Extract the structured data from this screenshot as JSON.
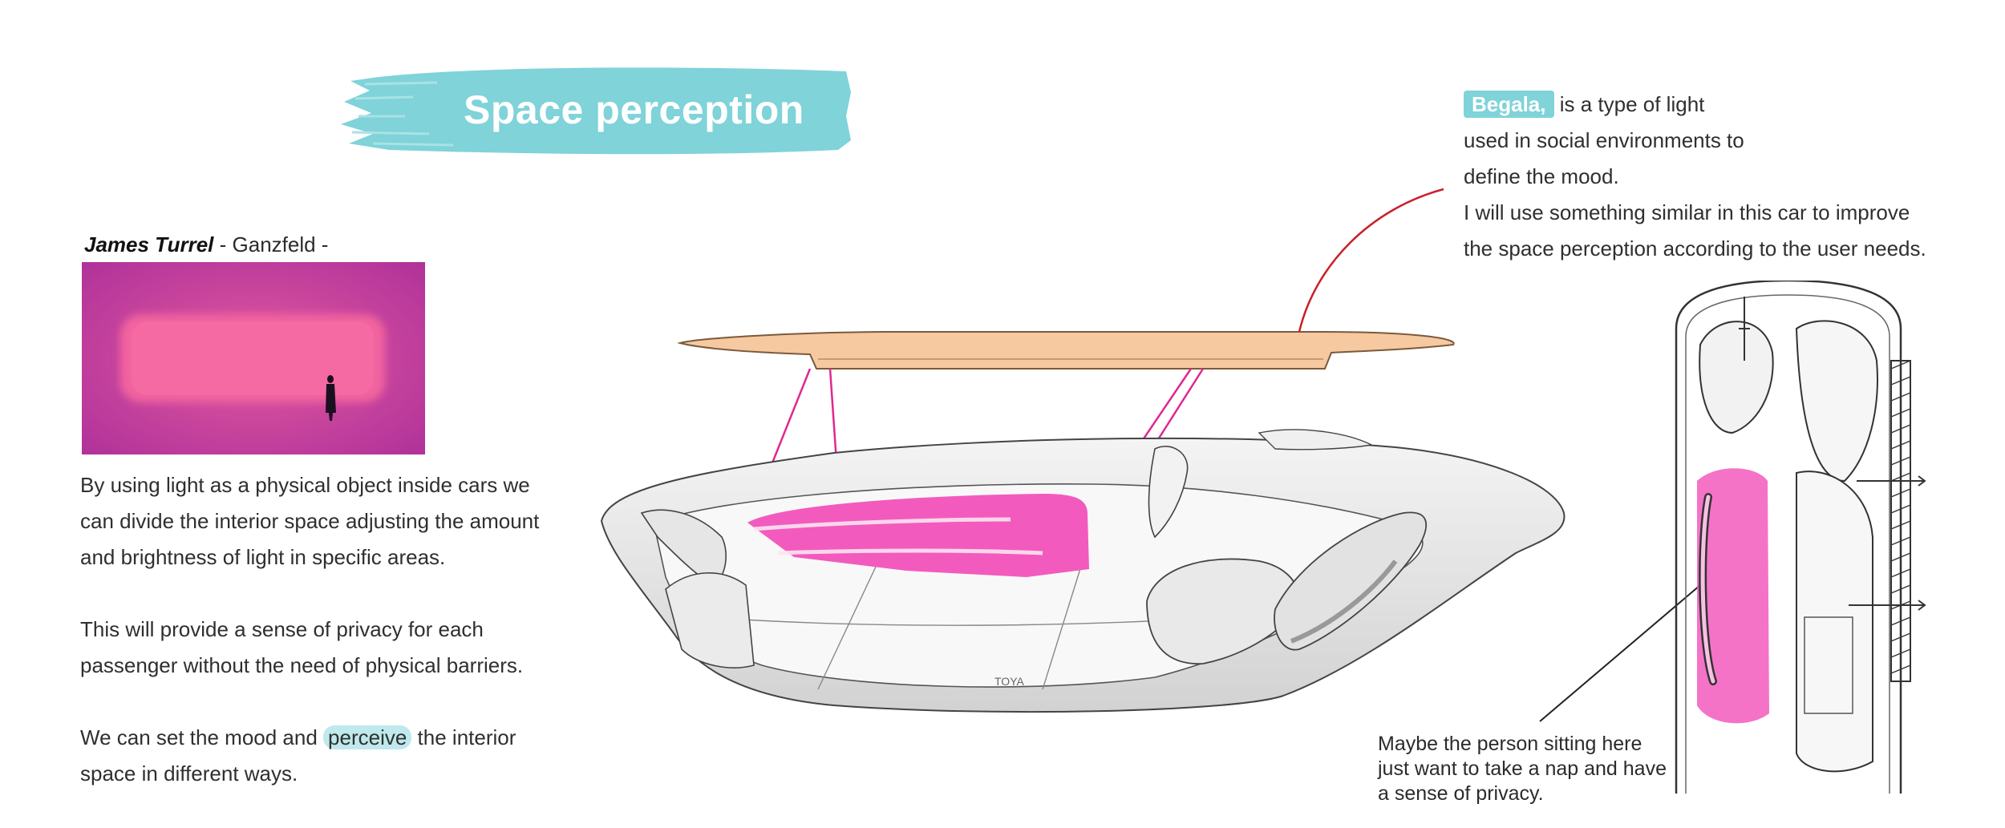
{
  "title": "Space perception",
  "artwork": {
    "author": "James Turrel",
    "caption_rest": " - Ganzfeld -"
  },
  "left_paragraphs": {
    "p1": "By using light as a physical object inside cars we can divide the interior space adjusting the amount and brightness of light in specific areas.",
    "p2": "This will provide a sense of privacy for each passenger without the need of physical barriers.",
    "p3_before": "We can set the mood and ",
    "p3_highlight": "perceive",
    "p3_after": " the interior space in different ways."
  },
  "begala": {
    "word": "Begala,",
    "line1_rest": " is a type of light",
    "lines": [
      "used in social environments to",
      "define the mood.",
      "I will use something similar in this car to improve",
      "the space perception according to the user needs."
    ]
  },
  "nap_note": {
    "lines": [
      "Maybe the person sitting here",
      "just want to take a nap and have",
      "a sense of privacy."
    ]
  },
  "car_badge": "TOYA",
  "colors": {
    "brush": "#7fd3d9",
    "highlight": "#bfe9ec",
    "magenta_light": "#f25bbd",
    "roof_panel": "#f6c9a0",
    "leader_red": "#c8202a"
  }
}
